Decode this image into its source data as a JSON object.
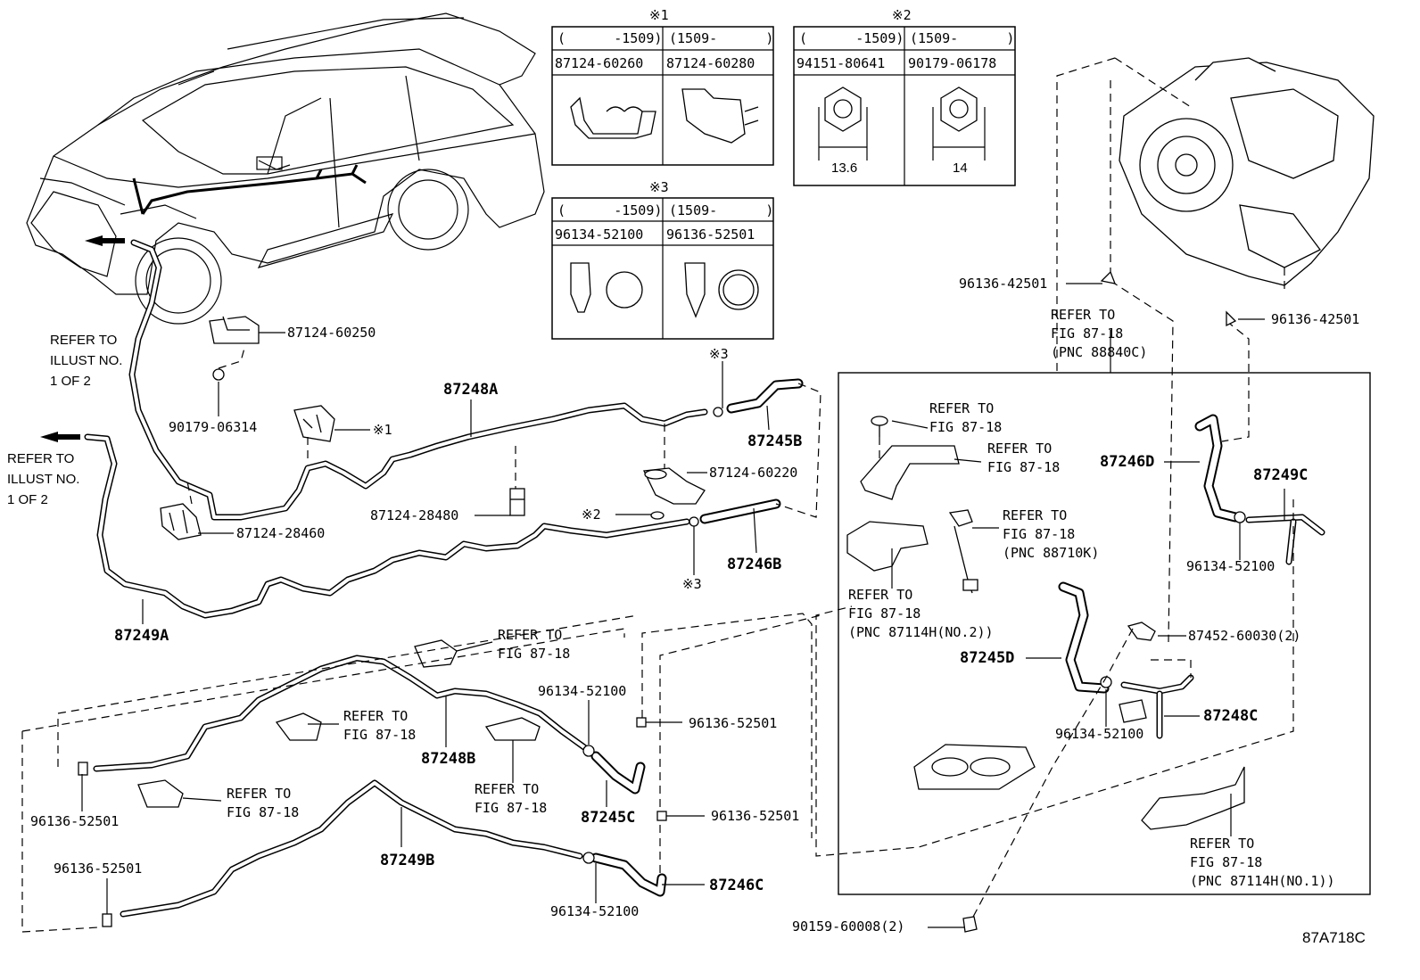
{
  "tables": {
    "t1": {
      "mark": "※1",
      "col1_range": "(      -1509)",
      "col2_range": "(1509-      )",
      "col1_part": "87124-60260",
      "col2_part": "87124-60280"
    },
    "t2": {
      "mark": "※2",
      "col1_range": "(      -1509)",
      "col2_range": "(1509-      )",
      "col1_part": "94151-80641",
      "col2_part": "90179-06178",
      "col1_dim": "13.6",
      "col2_dim": "14"
    },
    "t3": {
      "mark": "※3",
      "col1_range": "(      -1509)",
      "col2_range": "(1509-      )",
      "col1_part": "96134-52100",
      "col2_part": "96136-52501"
    }
  },
  "labels": {
    "refer_illust_1": [
      "REFER TO",
      "ILLUST NO.",
      "1 OF 2"
    ],
    "refer_illust_2": [
      "REFER TO",
      "ILLUST NO.",
      "1 OF 2"
    ],
    "p87124_60250": "87124-60250",
    "p90179_06314": "90179-06314",
    "mark1": "※1",
    "p87248A": "87248A",
    "mark3_top": "※3",
    "p87245B": "87245B",
    "p87124_60220": "87124-60220",
    "p87124_28480": "87124-28480",
    "mark2": "※2",
    "p87124_28460": "87124-28460",
    "p87246B": "87246B",
    "mark3_bottom": "※3",
    "p87249A": "87249A",
    "p96136_42501_left": "96136-42501",
    "p96136_42501_right": "96136-42501",
    "refer_88840c": [
      "REFER TO",
      "FIG 87-18",
      "(PNC 88840C)"
    ],
    "refer_screw": [
      "REFER TO",
      "FIG 87-18"
    ],
    "refer_bracket": [
      "REFER TO",
      "FIG 87-18"
    ],
    "refer_88710k": [
      "REFER TO",
      "FIG 87-18",
      "(PNC 88710K)"
    ],
    "refer_87114h_2": [
      "REFER TO",
      "FIG 87-18",
      "(PNC 87114H(NO.2))"
    ],
    "p87246D": "87246D",
    "p87249C": "87249C",
    "p96134_52100_c": "96134-52100",
    "p87452_60030": "87452-60030(2)",
    "p87245D": "87245D",
    "p87248C": "87248C",
    "p96134_52100_d": "96134-52100",
    "refer_87114h_1": [
      "REFER TO",
      "FIG 87-18",
      "(PNC 87114H(NO.1))"
    ],
    "p90159_60008": "90159-60008(2)",
    "refer_low1": [
      "REFER TO",
      "FIG 87-18"
    ],
    "refer_low2": [
      "REFER TO",
      "FIG 87-18"
    ],
    "refer_low3": [
      "REFER TO",
      "FIG 87-18"
    ],
    "refer_low4": [
      "REFER TO",
      "FIG 87-18"
    ],
    "p96134_52100_top": "96134-52100",
    "p96136_52501_a": "96136-52501",
    "p87248B": "87248B",
    "p96136_52501_left": "96136-52501",
    "p87245C": "87245C",
    "p96136_52501_b": "96136-52501",
    "p87249B": "87249B",
    "p96136_52501_bottom": "96136-52501",
    "p87246C": "87246C",
    "p96134_52100_bottom": "96134-52100",
    "figure_code": "87A718C"
  }
}
